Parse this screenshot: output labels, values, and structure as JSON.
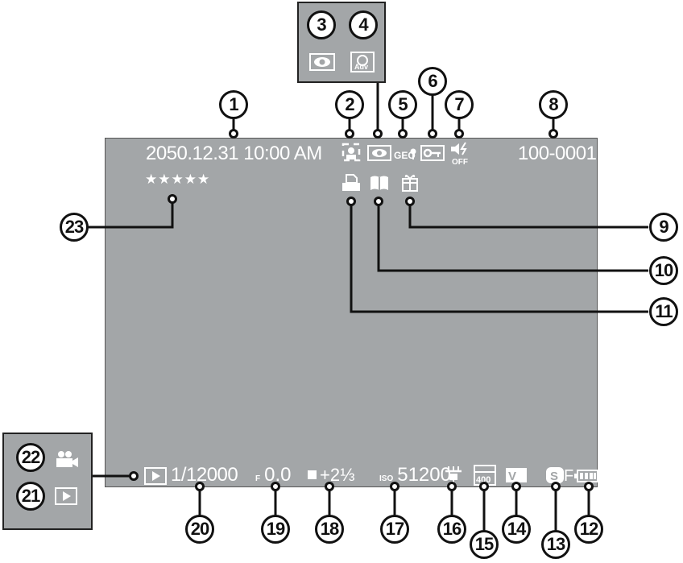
{
  "overlay": {
    "date_time": "2050.12.31 10:00 AM",
    "frame_number": "100-0001",
    "rating": "★★★★★",
    "shutter_speed": "1/12000",
    "aperture_prefix": "F",
    "aperture": "0.0",
    "exposure_comp": "+2⅓",
    "iso_prefix": "ISO",
    "iso": "51200",
    "film_size_prefix": "F"
  },
  "callouts": {
    "c1": "1",
    "c2": "2",
    "c3": "3",
    "c4": "4",
    "c5": "5",
    "c6": "6",
    "c7": "7",
    "c8": "8",
    "c9": "9",
    "c10": "10",
    "c11": "11",
    "c12": "12",
    "c13": "13",
    "c14": "14",
    "c15": "15",
    "c16": "16",
    "c17": "17",
    "c18": "18",
    "c19": "19",
    "c20": "20",
    "c21": "21",
    "c22": "22",
    "c23": "23"
  },
  "icons": {
    "top_row": [
      "face-detection-icon",
      "red-eye-icon",
      "geo-tag-icon",
      "protect-key-icon",
      "flash-off-icon"
    ],
    "second_row": [
      "print-icon",
      "photobook-icon",
      "gift-icon"
    ],
    "inset_top": [
      "red-eye-removal-icon",
      "advanced-filter-icon"
    ],
    "bottom_row": [
      "playback-icon",
      "dynamic-range-icon",
      "film-simulation-icon",
      "white-balance-icon",
      "image-size-icon",
      "battery-icon"
    ],
    "inset_bottom": [
      "movie-icon",
      "playback-icon"
    ]
  },
  "text_labels": {
    "geo": "GEO",
    "off": "OFF",
    "adv": "Adv",
    "dr": "400",
    "film_v": "V",
    "size_s": "S"
  }
}
